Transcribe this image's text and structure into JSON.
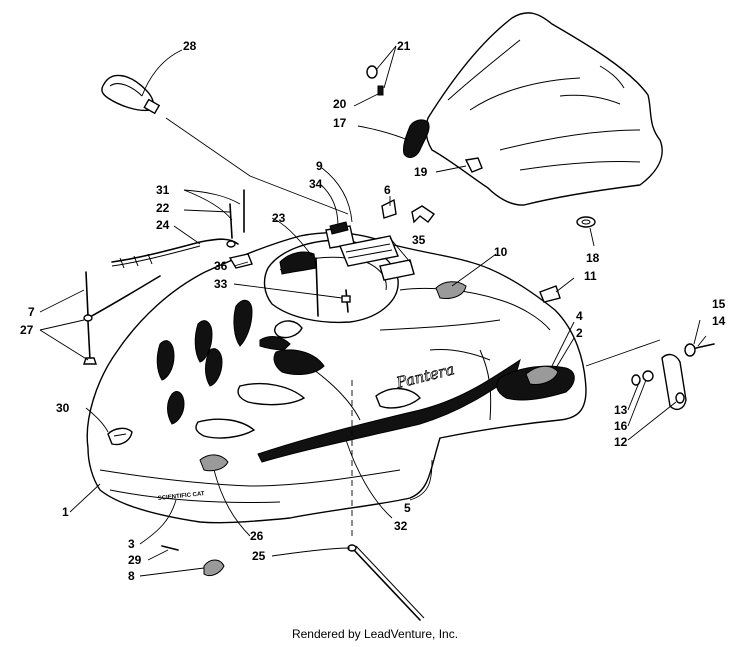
{
  "diagram": {
    "decal_text": "Pantera",
    "hood_label": "SCIENTIFIC CAT",
    "callouts": [
      {
        "label": "1"
      },
      {
        "label": "2"
      },
      {
        "label": "3"
      },
      {
        "label": "4"
      },
      {
        "label": "5"
      },
      {
        "label": "6"
      },
      {
        "label": "7"
      },
      {
        "label": "8"
      },
      {
        "label": "9"
      },
      {
        "label": "10"
      },
      {
        "label": "11"
      },
      {
        "label": "12"
      },
      {
        "label": "13"
      },
      {
        "label": "14"
      },
      {
        "label": "15"
      },
      {
        "label": "16"
      },
      {
        "label": "17"
      },
      {
        "label": "18"
      },
      {
        "label": "19"
      },
      {
        "label": "20"
      },
      {
        "label": "21"
      },
      {
        "label": "22"
      },
      {
        "label": "23"
      },
      {
        "label": "24"
      },
      {
        "label": "25"
      },
      {
        "label": "26"
      },
      {
        "label": "27"
      },
      {
        "label": "28"
      },
      {
        "label": "29"
      },
      {
        "label": "30"
      },
      {
        "label": "31"
      },
      {
        "label": "32"
      },
      {
        "label": "33"
      },
      {
        "label": "34"
      },
      {
        "label": "35"
      },
      {
        "label": "36"
      }
    ]
  },
  "footer": {
    "credit": "Rendered by LeadVenture, Inc."
  }
}
